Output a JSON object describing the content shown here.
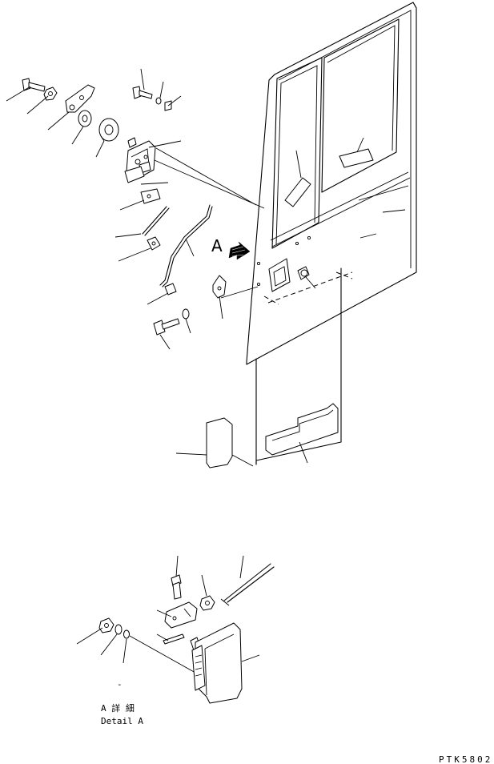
{
  "view_marker": {
    "letter": "A"
  },
  "detail_caption": {
    "line1": "A 詳 細",
    "line2": "Detail A",
    "dash": "-"
  },
  "drawing_code": "PTK5802"
}
